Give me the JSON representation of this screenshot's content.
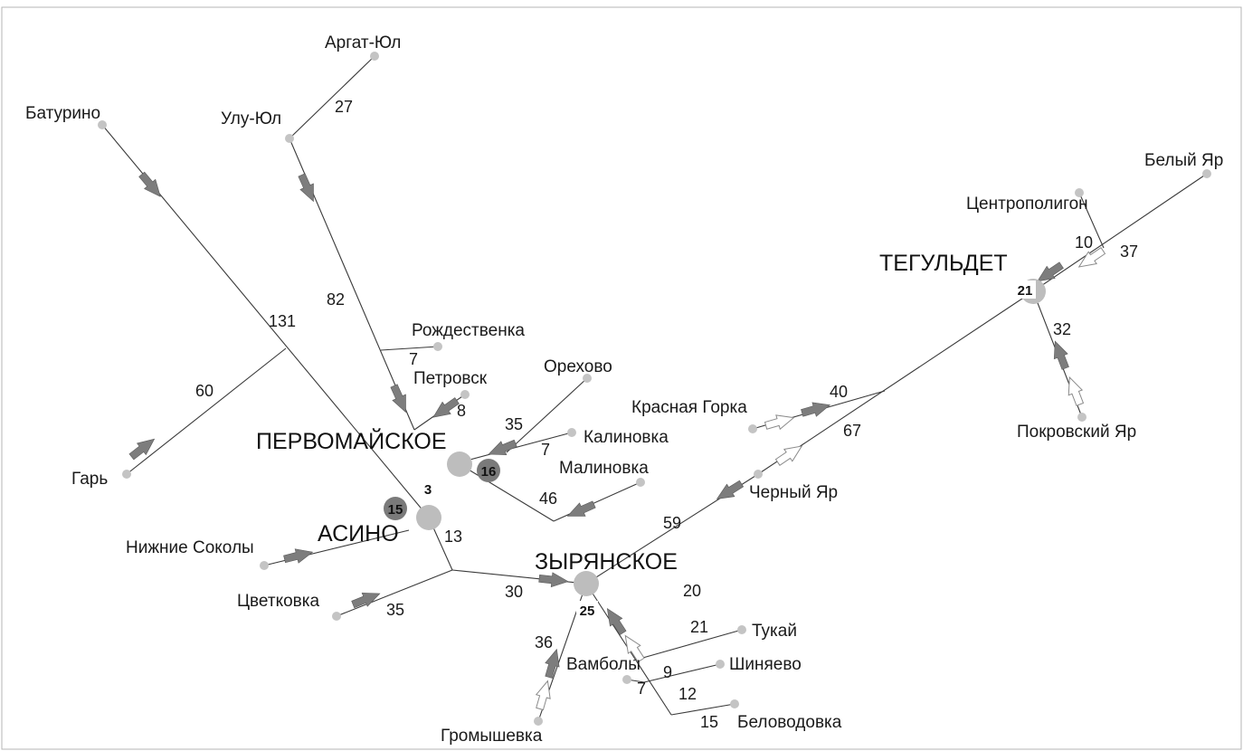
{
  "cities": {
    "pervomayskoe": "ПЕРВОМАЙСКОЕ",
    "asino": "АСИНО",
    "zyryanskoe": "ЗЫРЯНСКОЕ",
    "teguldet": "ТЕГУЛЬДЕТ"
  },
  "badges": {
    "pervomayskoe": "16",
    "asino_left": "15",
    "asino_top": "3",
    "zyryanskoe": "25",
    "teguldet": "21"
  },
  "villages": {
    "argat_yul": "Аргат-Юл",
    "ulu_yul": "Улу-Юл",
    "baturino": "Батурино",
    "rozhdestvenka": "Рождественка",
    "petrovsk": "Петровск",
    "orekhovo": "Орехово",
    "kalinovka": "Калиновка",
    "malinovka": "Малиновка",
    "garj": "Гарь",
    "nizhnie_sokoly": "Нижние Соколы",
    "tsvetkovka": "Цветковка",
    "krasnaya_gorka": "Красная Горка",
    "cherny_yar": "Черный Яр",
    "tsentropoligon": "Центрополигон",
    "bely_yar": "Белый Яр",
    "pokrovsky_yar": "Покровский Яр",
    "tukay": "Тукай",
    "shinyaevo": "Шиняево",
    "vamboly": "Вамболы",
    "belovodovka": "Беловодовка",
    "gromyshevka": "Громышевка"
  },
  "distances": {
    "argat_ulu": "27",
    "ulu_perv": "82",
    "baturino_asino": "131",
    "garj": "60",
    "rozhdestvenka": "7",
    "petrovsk": "8",
    "orekhovo": "35",
    "kalinovka": "7",
    "malinovka": "46",
    "asino_junction": "13",
    "junction_zyr": "30",
    "tsvetkovka": "35",
    "zyr_cherny": "59",
    "cherny_teg": "67",
    "krasnaya_gorka": "40",
    "tsentropoligon": "10",
    "bely_yar": "37",
    "pokrovsky_yar": "32",
    "zyr_south": "20",
    "tukay": "21",
    "shinyaevo": "9",
    "vamboly": "7",
    "belovodovka_12": "12",
    "belovodovka_15": "15",
    "gromyshevka": "36"
  }
}
